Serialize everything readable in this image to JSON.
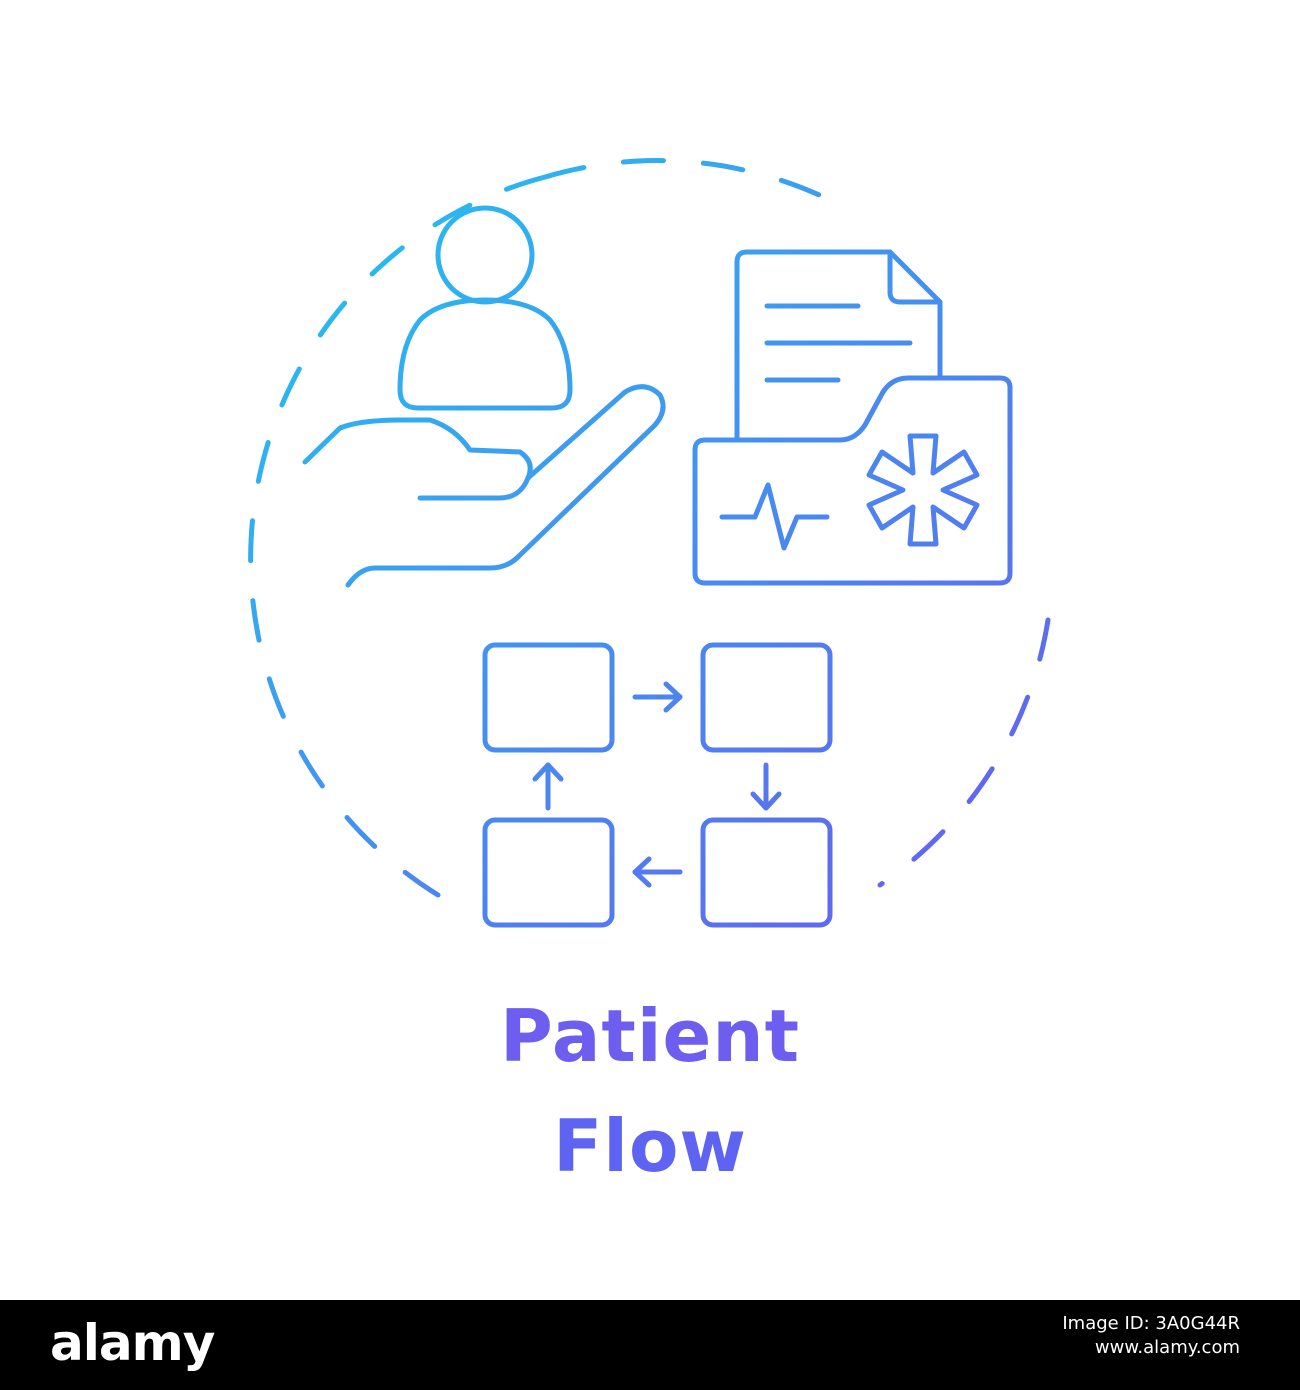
{
  "title": {
    "line1": "Patient",
    "line2": "Flow"
  },
  "icons": [
    "person-on-hand-icon",
    "medical-folder-icon",
    "workflow-cycle-icon"
  ],
  "colors": {
    "gradient_start": "#1fc4f0",
    "gradient_end": "#6a5af0",
    "background": "#ffffff",
    "footer": "#000000"
  },
  "footer": {
    "logo": "alamy",
    "image_id": "Image ID: 3A0G44R",
    "site": "www.alamy.com"
  }
}
